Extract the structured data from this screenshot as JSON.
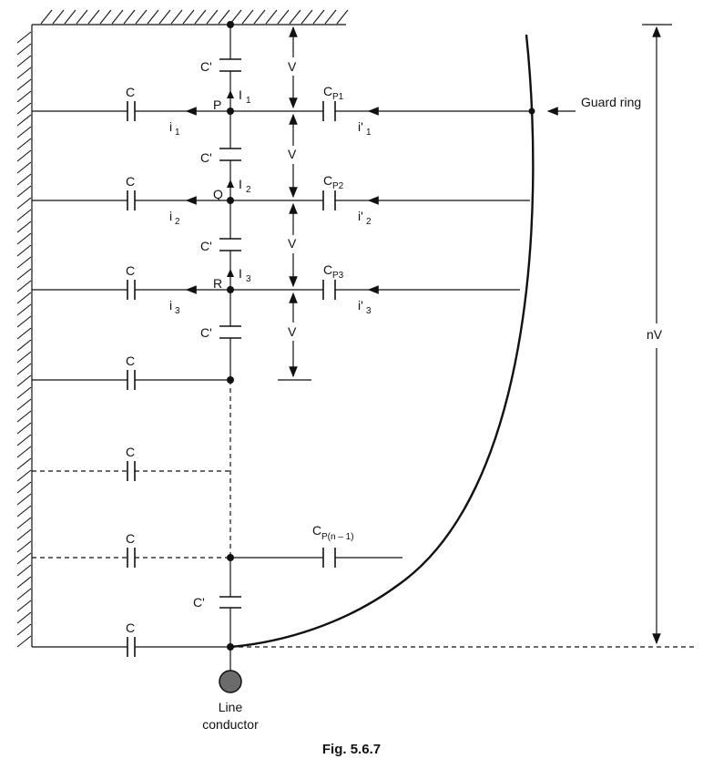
{
  "figure_caption": "Fig. 5.6.7",
  "labels": {
    "guard_ring": "Guard ring",
    "total_voltage": "nV",
    "line_conductor_1": "Line",
    "line_conductor_2": "conductor",
    "unit_voltage": "V",
    "shunt_cap": "C",
    "mutual_cap": "C'",
    "cap_prefix": "C"
  },
  "nodes": [
    {
      "name": "P",
      "I": "I",
      "I_sub": "1",
      "i": "i",
      "i_sub": "1",
      "ip": "i'",
      "ip_sub": "1",
      "cp_sub": "P1"
    },
    {
      "name": "Q",
      "I": "I",
      "I_sub": "2",
      "i": "i",
      "i_sub": "2",
      "ip": "i'",
      "ip_sub": "2",
      "cp_sub": "P2"
    },
    {
      "name": "R",
      "I": "I",
      "I_sub": "3",
      "i": "i",
      "i_sub": "3",
      "ip": "i'",
      "ip_sub": "3",
      "cp_sub": "P3"
    }
  ],
  "bottom_guard_cap_sub": "P(n – 1)",
  "colors": {
    "line": "#111111",
    "conductor_fill": "#6b6b6b"
  }
}
